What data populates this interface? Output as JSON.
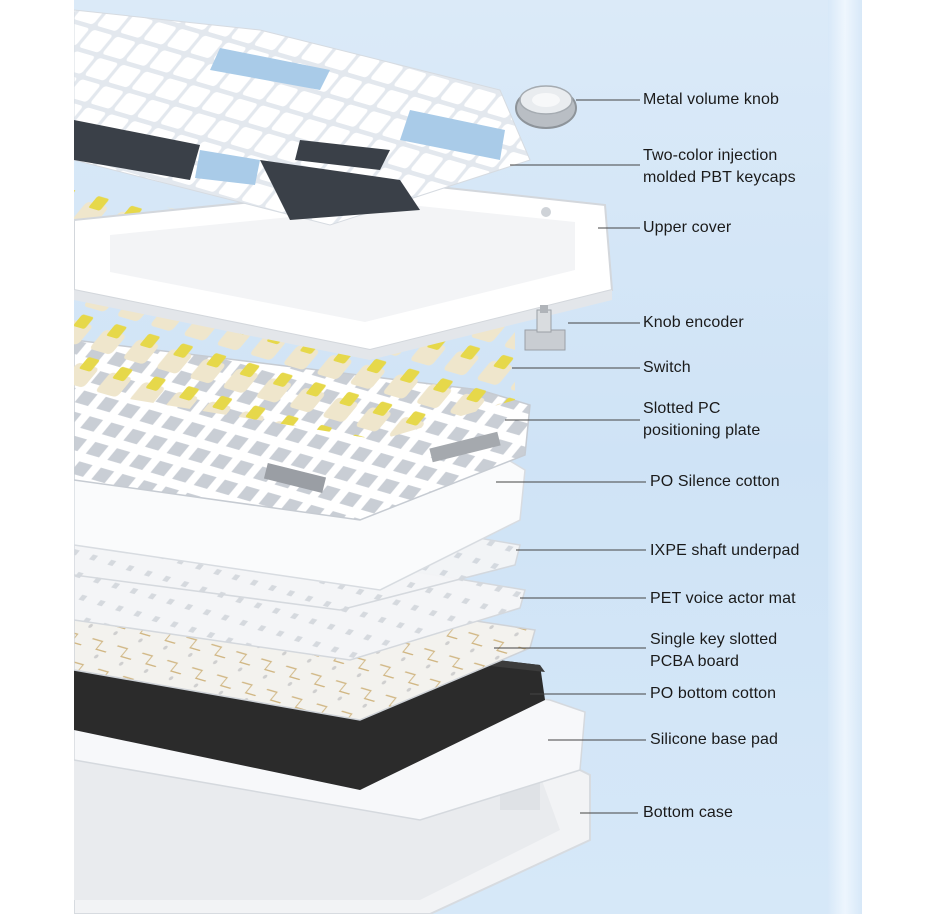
{
  "colors": {
    "background": "#cfe3f6",
    "white_part": "#ffffff",
    "keycap_blue": "#a9cbe8",
    "keycap_dark": "#3a4048",
    "switch_yellow": "#e6d84a",
    "switch_housing": "#efe6cc",
    "foam_black": "#2a2a2a",
    "leader_line": "#444444"
  },
  "callouts": [
    {
      "id": "metal-volume-knob",
      "label": "Metal volume knob"
    },
    {
      "id": "keycaps",
      "label": "Two-color injection\nmolded PBT keycaps"
    },
    {
      "id": "upper-cover",
      "label": "Upper cover"
    },
    {
      "id": "knob-encoder",
      "label": "Knob encoder"
    },
    {
      "id": "switch",
      "label": "Switch"
    },
    {
      "id": "positioning-plate",
      "label": "Slotted PC\npositioning plate"
    },
    {
      "id": "po-silence-cotton",
      "label": "PO Silence cotton"
    },
    {
      "id": "ixpe-underpad",
      "label": "IXPE shaft underpad"
    },
    {
      "id": "pet-mat",
      "label": "PET voice actor mat"
    },
    {
      "id": "pcba-board",
      "label": "Single key slotted\nPCBA board"
    },
    {
      "id": "po-bottom-cotton",
      "label": "PO bottom cotton"
    },
    {
      "id": "silicone-base-pad",
      "label": "Silicone base pad"
    },
    {
      "id": "bottom-case",
      "label": "Bottom case"
    }
  ]
}
